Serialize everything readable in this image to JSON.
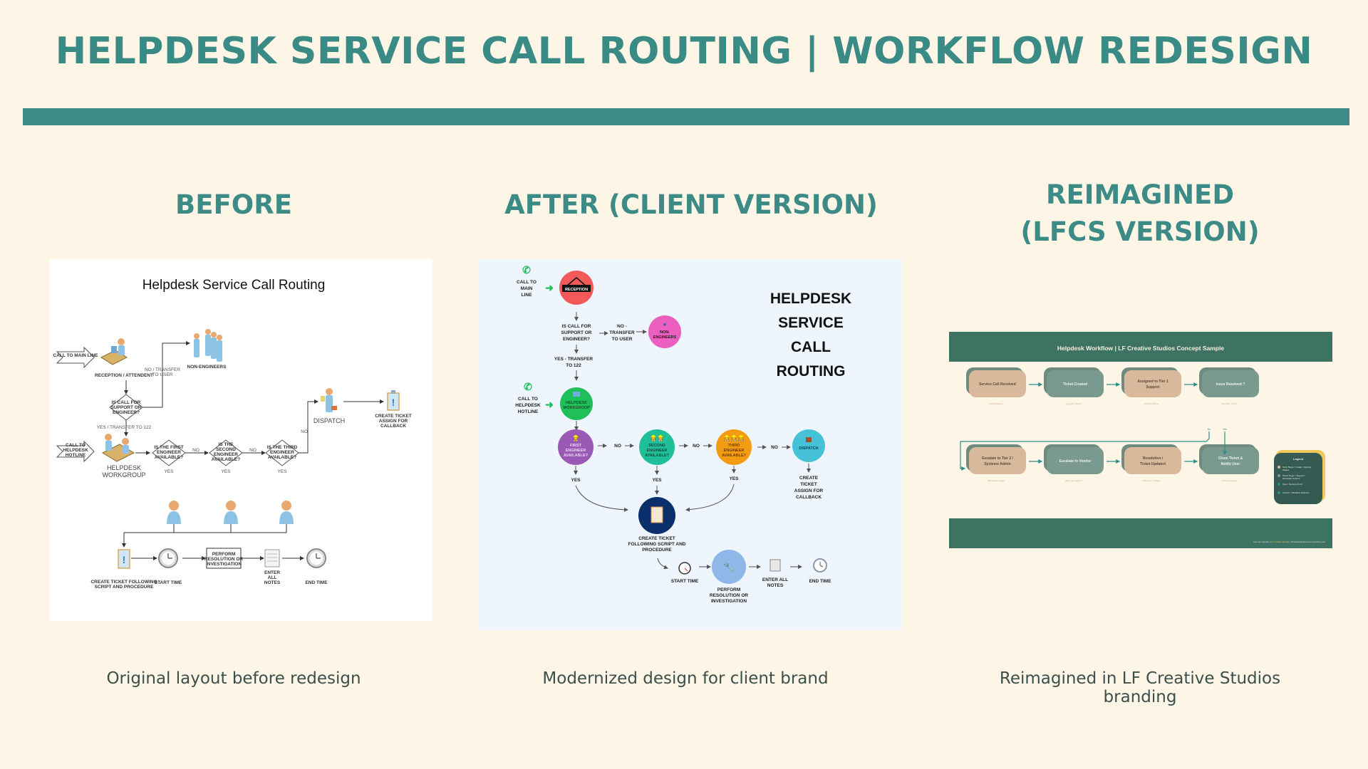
{
  "page": {
    "title": "HELPDESK SERVICE CALL ROUTING | WORKFLOW REDESIGN",
    "accent": "#3d8b86",
    "background": "#fdf6e6"
  },
  "columns": {
    "before": {
      "heading": "BEFORE",
      "caption": "Original layout before redesign",
      "diagram": {
        "title": "Helpdesk Service Call Routing",
        "call_main": "CALL TO MAIN LINE",
        "reception": "RECEPTION / ATTENDENT",
        "non_engineers": "NON-ENGINEERS",
        "no_transfer_1": "NO / TRANSFER",
        "no_transfer_2": "TO USER",
        "decision_support_1": "IS CALL FOR",
        "decision_support_2": "SUPPORT OR",
        "decision_support_3": "ENGINEER?",
        "yes_transfer": "YES / TRANSFER TO 122",
        "call_hotline_1": "CALL TO",
        "call_hotline_2": "HELPDESK",
        "call_hotline_3": "HOTLINE",
        "workgroup_1": "HELPDESK",
        "workgroup_2": "WORKGROUP",
        "first_1": "IS THE FIRST",
        "first_2": "ENGINEER",
        "first_3": "AVAILABLE?",
        "second_1": "IS THE",
        "second_2": "SECOND",
        "second_3": "ENGINEER",
        "second_4": "AVAILABLE?",
        "third_1": "IS THE THIRD",
        "third_2": "ENGINEER",
        "third_3": "AVAILABLE?",
        "no": "NO",
        "yes": "YES",
        "dispatch": "DISPATCH",
        "callback_1": "CREATE TICKET",
        "callback_2": "ASSIGN FOR",
        "callback_3": "CALLBACK",
        "create_ticket_1": "CREATE TICKET FOLLOWING",
        "create_ticket_2": "SCRIPT AND PROCEDURE",
        "start_time": "START TIME",
        "perform_1": "PERFORM",
        "perform_2": "RESOLUTION OR",
        "perform_3": "INVESTIGATION",
        "notes_1": "ENTER",
        "notes_2": "ALL",
        "notes_3": "NOTES",
        "end_time": "END TIME"
      }
    },
    "after": {
      "heading": "AFTER (CLIENT VERSION)",
      "caption": "Modernized design for client brand",
      "diagram": {
        "title_1": "HELPDESK",
        "title_2": "SERVICE",
        "title_3": "CALL",
        "title_4": "ROUTING",
        "call_main_1": "CALL TO",
        "call_main_2": "MAIN",
        "call_main_3": "LINE",
        "reception": "RECEPTION",
        "decision_1": "IS CALL FOR",
        "decision_2": "SUPPORT OR",
        "decision_3": "ENGINEER?",
        "no_transfer_1": "NO -",
        "no_transfer_2": "TRANSFER",
        "no_transfer_3": "TO USER",
        "non_eng_1": "NON-",
        "non_eng_2": "ENGINEERS",
        "yes_transfer_1": "YES - TRANSFER",
        "yes_transfer_2": "TO 122",
        "call_hotline_1": "CALL TO",
        "call_hotline_2": "HELPDESK",
        "call_hotline_3": "HOTLINE",
        "workgroup_1": "HELPDESK",
        "workgroup_2": "WORKGROUP",
        "first_1": "FIRST",
        "first_2": "ENGINEER",
        "first_3": "AVAILABLE?",
        "second_1": "SECOND",
        "second_2": "ENGINEER",
        "second_3": "AVAILABLE?",
        "third_1": "THIRD",
        "third_2": "ENGINEER",
        "third_3": "AVAILABLE?",
        "dispatch": "DISPATCH",
        "no": "NO",
        "yes": "YES",
        "callback_1": "CREATE",
        "callback_2": "TICKET",
        "callback_3": "ASSIGN FOR",
        "callback_4": "CALLBACK",
        "create_1": "CREATE TICKET",
        "create_2": "FOLLOWING SCRIPT AND",
        "create_3": "PROCEDURE",
        "start_time": "START TIME",
        "perform_1": "PERFORM",
        "perform_2": "RESOLUTION OR",
        "perform_3": "INVESTIGATION",
        "notes_1": "ENTER ALL",
        "notes_2": "NOTES",
        "end_time": "END TIME",
        "colors": {
          "reception": "#f25a5a",
          "non_engineers": "#ec5fbf",
          "workgroup": "#1fbf5a",
          "first": "#9b59b6",
          "second": "#1fbf9a",
          "third": "#f39c12",
          "dispatch": "#45c1d8",
          "create": "#0b2f6b",
          "perform": "#8fb8e8"
        }
      }
    },
    "reimagined": {
      "heading_1": "REIMAGINED",
      "heading_2": "(LFCS VERSION)",
      "caption": "Reimagined in LF Creative Studios branding",
      "diagram": {
        "header": "Helpdesk Workflow | LF Creative Studios Concept Sample",
        "row1": [
          {
            "label_1": "Service Call Received",
            "label_2": "",
            "stage": "(Intake Stage)",
            "tone": "beige"
          },
          {
            "label_1": "Ticket Created",
            "label_2": "",
            "stage": "(Logging Stage)",
            "tone": "sage"
          },
          {
            "label_1": "Assigned to Tier 1",
            "label_2": "Support",
            "stage": "(Routing Stage)",
            "tone": "beige"
          },
          {
            "label_1": "Issue Resolved ?",
            "label_2": "",
            "stage": "(Decision Point)",
            "tone": "sage"
          }
        ],
        "row2": [
          {
            "label_1": "Escalate to Tier 2 /",
            "label_2": "Systems Admin",
            "stage": "(Escalation Stage)",
            "tone": "beige"
          },
          {
            "label_1": "Escalate to Vendor",
            "label_2": "",
            "stage": "(External Support)",
            "tone": "sage"
          },
          {
            "label_1": "Resolution /",
            "label_2": "Ticket Updated",
            "stage": "(Resolution Stage)",
            "tone": "beige"
          },
          {
            "label_1": "Close Ticket &",
            "label_2": "Notify User",
            "stage": "(Closure Stage)",
            "tone": "sage"
          }
        ],
        "branch_no": "No",
        "branch_yes": "Yes",
        "legend": {
          "title": "Legend",
          "items": [
            {
              "text_1": "Sand Beige = Intake / Routing",
              "text_2": "Stages",
              "color": "#d9b99b"
            },
            {
              "text_1": "Muted Sage = Support /",
              "text_2": "Escalation Actions",
              "color": "#7a9a8f"
            },
            {
              "text_1": "Teal = Decision Point",
              "text_2": "",
              "color": "#2a8f8a"
            },
            {
              "text_1": "Arrows = Workflow Direction",
              "text_2": "",
              "color": "#2a8f8a"
            }
          ]
        },
        "footer_prefix": "Concept Sample | ",
        "footer_brand": "LF Creative Studios",
        "footer_suffix": " | lfcreativestudios.journoportfolio.com",
        "colors": {
          "header_bg": "#3e7262",
          "beige": "#d9b99b",
          "sage": "#7a9a8f",
          "shadow": "#6f8a7f",
          "arrow": "#2a8f8a",
          "legend_bg": "#345a52",
          "legend_border": "#f0c95a"
        }
      }
    }
  }
}
